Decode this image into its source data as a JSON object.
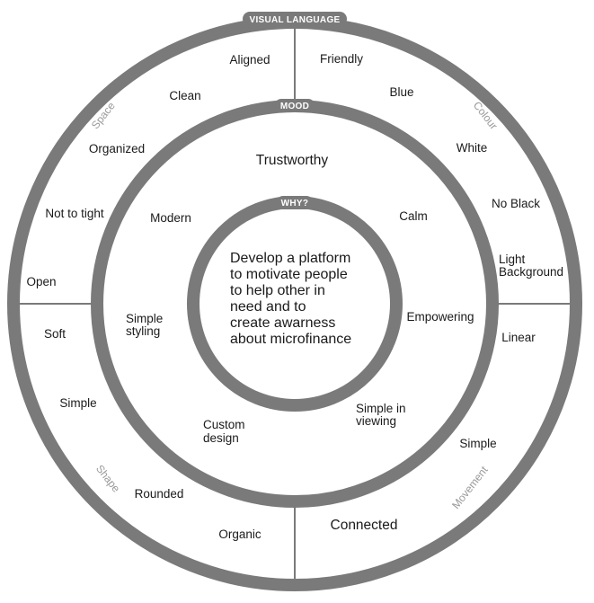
{
  "colors": {
    "ring": "#7a7a7a",
    "line": "#7a7a7a",
    "text": "#1a1a1a",
    "sector_label": "#9a9a9a"
  },
  "rings": {
    "outer_label": "VISUAL LANGUAGE",
    "middle_label": "MOOD",
    "inner_label": "WHY?"
  },
  "sectors": {
    "space": "Space",
    "colour": "Colour",
    "shape": "Shape",
    "movement": "Movement"
  },
  "center": {
    "lines": [
      "Develop a platform",
      "to motivate people",
      "to help other in",
      "need and to",
      "create awarness",
      "about microfinance"
    ]
  },
  "mood": {
    "trustworthy": "Trustworthy",
    "modern": "Modern",
    "calm": "Calm",
    "simple_styling": [
      "Simple",
      "styling"
    ],
    "empowering": "Empowering",
    "custom_design": [
      "Custom",
      "design"
    ],
    "simple_in_viewing": [
      "Simple in",
      "viewing"
    ],
    "connected": "Connected"
  },
  "visual": {
    "aligned": "Aligned",
    "friendly": "Friendly",
    "clean": "Clean",
    "blue": "Blue",
    "organized": "Organized",
    "white": "White",
    "not_to_tight": "Not to tight",
    "no_black": "No Black",
    "light_background": [
      "Light",
      "Background"
    ],
    "open": "Open",
    "soft": "Soft",
    "linear": "Linear",
    "simple_left": "Simple",
    "simple_right": "Simple",
    "rounded": "Rounded",
    "organic": "Organic"
  }
}
